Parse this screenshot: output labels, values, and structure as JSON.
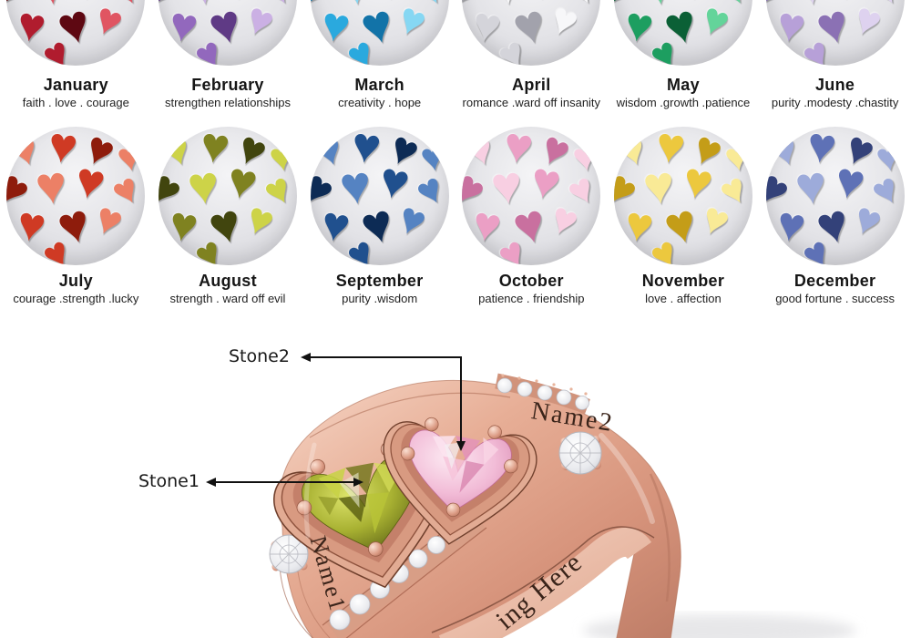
{
  "months": [
    {
      "name": "January",
      "meaning": "faith . love . courage",
      "gem": "garnet-red-hearts",
      "gem_colors": [
        "#b01c2e",
        "#e05562",
        "#5e0812"
      ]
    },
    {
      "name": "February",
      "meaning": "strengthen relationships",
      "gem": "amethyst-purple-hearts",
      "gem_colors": [
        "#9268bd",
        "#cbb0e4",
        "#5f3a85"
      ]
    },
    {
      "name": "March",
      "meaning": "creativity . hope",
      "gem": "aqua-blue-hearts",
      "gem_colors": [
        "#2aa9de",
        "#86d7f3",
        "#1273a8"
      ]
    },
    {
      "name": "April",
      "meaning": "romance .ward off insanity",
      "gem": "clear-white-hearts",
      "gem_colors": [
        "#d4d4da",
        "#f7f7f9",
        "#a2a2ac"
      ]
    },
    {
      "name": "May",
      "meaning": "wisdom .growth .patience",
      "gem": "emerald-green-hearts",
      "gem_colors": [
        "#1d9e60",
        "#63d49a",
        "#0b6036"
      ]
    },
    {
      "name": "June",
      "meaning": "purity .modesty .chastity",
      "gem": "lavender-hearts",
      "gem_colors": [
        "#b7a0d8",
        "#ded2ef",
        "#8b71b4"
      ]
    },
    {
      "name": "July",
      "meaning": "courage .strength .lucky",
      "gem": "ruby-red-hearts",
      "gem_colors": [
        "#cf3a24",
        "#ec8066",
        "#8e1c0c"
      ]
    },
    {
      "name": "August",
      "meaning": "strength . ward off evil",
      "gem": "peridot-olive-hearts",
      "gem_colors": [
        "#7f8220",
        "#cdd348",
        "#41450e"
      ]
    },
    {
      "name": "September",
      "meaning": "purity .wisdom",
      "gem": "sapphire-blue-hearts",
      "gem_colors": [
        "#20508e",
        "#5583c2",
        "#0d2b55"
      ]
    },
    {
      "name": "October",
      "meaning": "patience . friendship",
      "gem": "pink-tourmaline-hearts",
      "gem_colors": [
        "#eb9fc5",
        "#f8cfe2",
        "#c9709f"
      ]
    },
    {
      "name": "November",
      "meaning": "love . affection",
      "gem": "citrine-yellow-hearts",
      "gem_colors": [
        "#ecc83e",
        "#f9ea96",
        "#c49d18"
      ]
    },
    {
      "name": "December",
      "meaning": "good fortune . success",
      "gem": "tanzanite-blue-hearts",
      "gem_colors": [
        "#5e71b6",
        "#9dabda",
        "#334179"
      ]
    }
  ],
  "ring": {
    "stone1_label": "Stone1",
    "stone2_label": "Stone2",
    "name1_engraving": "Name1",
    "name2_engraving": "Name2",
    "band_engraving": "ing Here",
    "band_color": "#e0a48d",
    "stone1_color": "#a8b132",
    "stone2_color": "#f2bcd7"
  }
}
